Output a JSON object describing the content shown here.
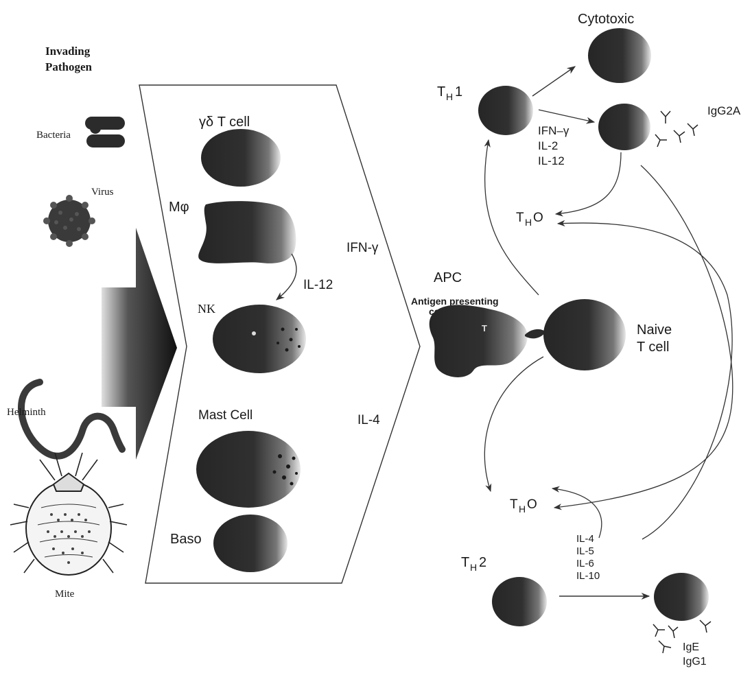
{
  "pathogens": {
    "title_line1": "Invading",
    "title_line2": "Pathogen",
    "bacteria": "Bacteria",
    "virus": "Virus",
    "helminth": "Helminth",
    "mite": "Mite"
  },
  "innate_cells": {
    "gd_t_cell": "γδ T cell",
    "macrophage": "Mφ",
    "il12": "IL-12",
    "nk": "NK",
    "mast_cell": "Mast Cell",
    "baso": "Baso"
  },
  "signals": {
    "ifn_gamma": "IFN-γ",
    "il4": "IL-4"
  },
  "apc": {
    "label": "APC",
    "sub_line1": "Antigen presenting",
    "sub_line2": "cell",
    "t_mark": "T"
  },
  "naive": {
    "line1": "Naive",
    "line2": "T cell"
  },
  "th1": {
    "label_main": "T",
    "label_sub": "H",
    "label_num": "1",
    "cytotoxic": "Cytotoxic",
    "igg2a": "IgG2A",
    "cytokines": [
      "IFN–γ",
      "IL-2",
      "IL-12"
    ]
  },
  "th0": {
    "main": "T",
    "sub": "H",
    "suffix": "O"
  },
  "th2": {
    "label_main": "T",
    "label_sub": "H",
    "label_num": "2",
    "cytokines": [
      "IL-4",
      "IL-5",
      "IL-6",
      "IL-10"
    ],
    "ige": "IgE",
    "igg1": "IgG1"
  }
}
